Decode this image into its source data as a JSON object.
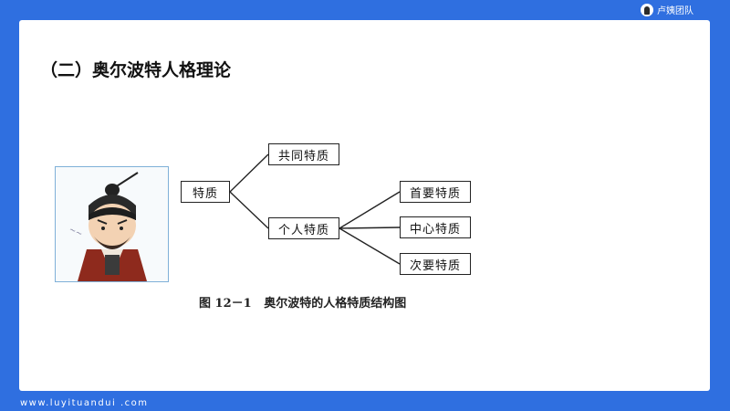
{
  "brand": {
    "name": "卢姨团队"
  },
  "slide": {
    "title": "（二）奥尔波特人格理论",
    "figure": {
      "root": "特质",
      "level1": [
        "共同特质",
        "个人特质"
      ],
      "level2": [
        "首要特质",
        "中心特质",
        "次要特质"
      ],
      "caption": "图 12－1   奥尔波特的人格特质结构图"
    }
  },
  "footer": {
    "url": "www.luyituandui .com"
  }
}
